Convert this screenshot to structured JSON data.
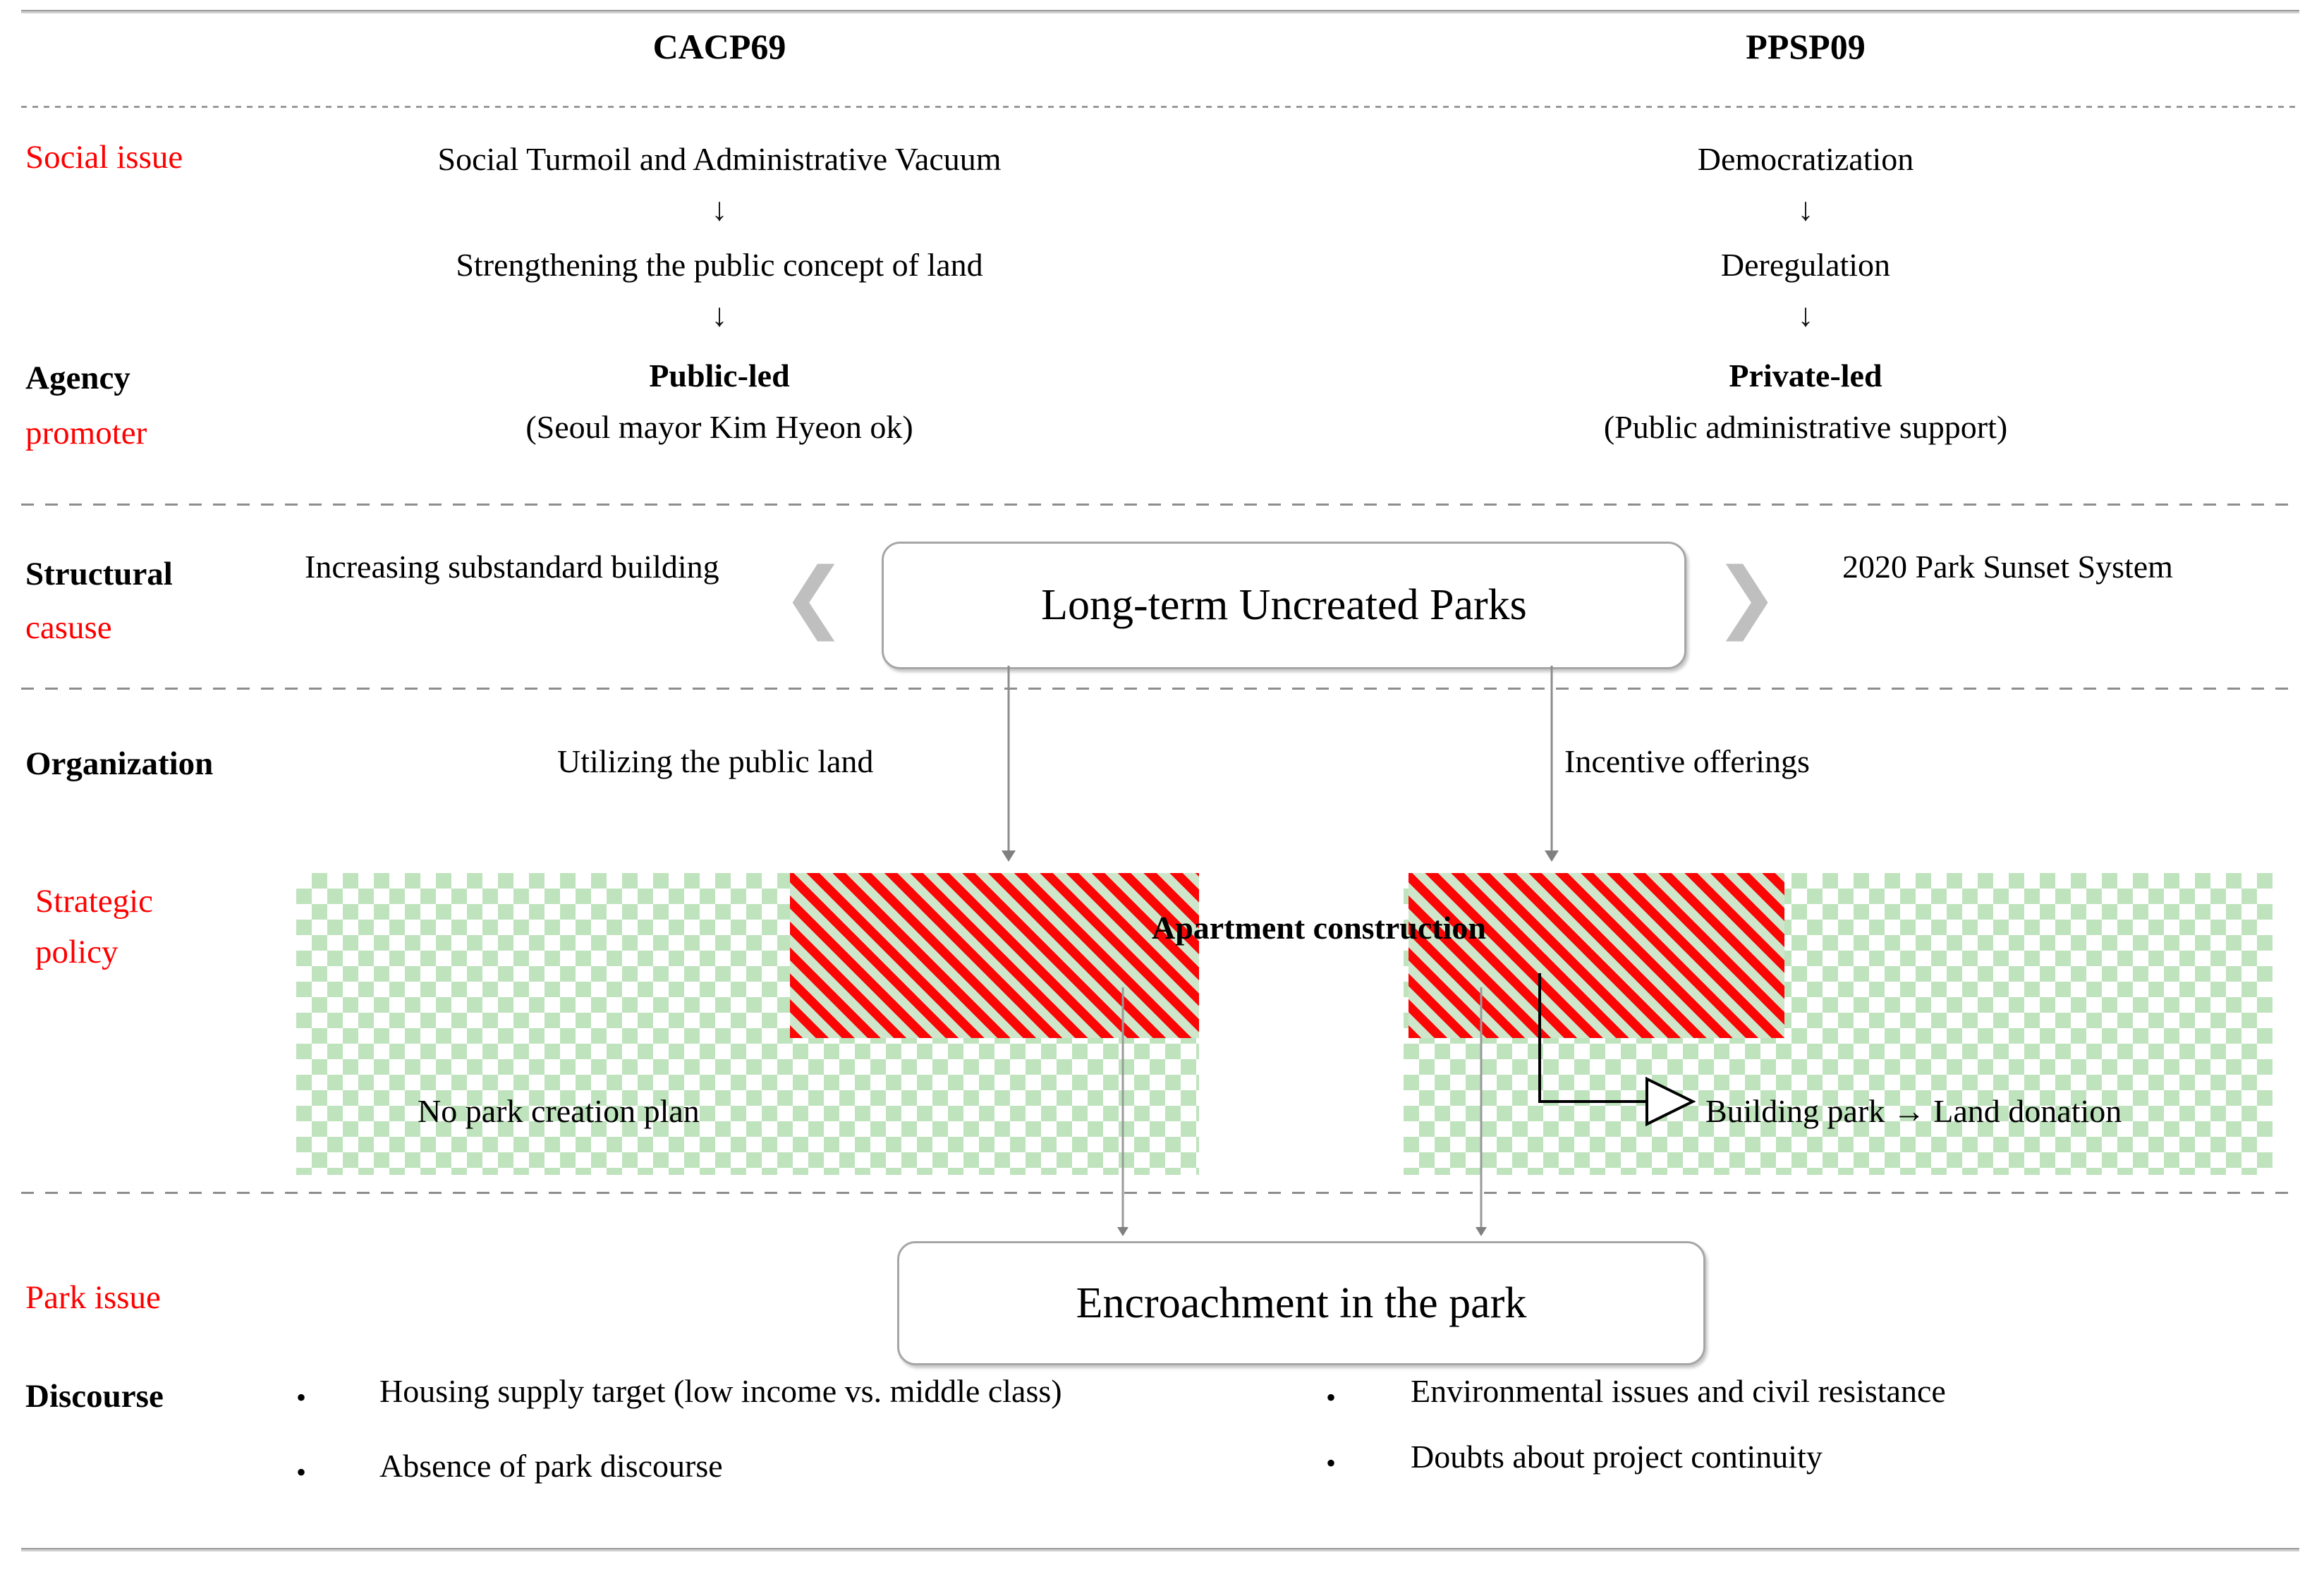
{
  "columns": {
    "left_header": "CACP69",
    "right_header": "PPSP09"
  },
  "row_labels": {
    "social_issue": "Social issue",
    "agency": "Agency",
    "promoter": "promoter",
    "structural": "Structural",
    "cause": "casuse",
    "organization": "Organization",
    "strategic": "Strategic",
    "policy": "policy",
    "park_issue": "Park issue",
    "discourse": "Discourse"
  },
  "left_column": {
    "social_issue": "Social Turmoil and Administrative Vacuum",
    "chain_step2": "Strengthening the public concept of land",
    "agency": "Public-led",
    "agency_sub": "(Seoul mayor Kim Hyeon ok)",
    "structural_cause": "Increasing substandard building",
    "organization": "Utilizing the public land",
    "policy_label": "No park creation plan"
  },
  "right_column": {
    "social_issue": "Democratization",
    "chain_step2": "Deregulation",
    "agency": "Private-led",
    "agency_sub": "(Public administrative support)",
    "structural_cause": "2020 Park Sunset System",
    "organization": "Incentive offerings",
    "policy_label": "Building park → Land donation"
  },
  "center": {
    "structural_box": "Long-term Uncreated Parks",
    "policy_overlap": "Apartment construction",
    "park_issue_box": "Encroachment in the park"
  },
  "discourse": {
    "left_bullets": [
      "Housing supply target (low income vs. middle class)",
      "Absence of park discourse"
    ],
    "right_bullets": [
      "Environmental issues and civil resistance",
      "Doubts about project continuity"
    ]
  },
  "glyphs": {
    "down_arrow": "↓",
    "chevron_left": "❮",
    "chevron_right": "❯",
    "bullet": "•"
  },
  "colors": {
    "label_red": "#ff0000",
    "pattern_green": "#bfe3bd",
    "pattern_red": "#fb0505",
    "rule_gray": "#9a9a9a",
    "arrow_gray": "#808080",
    "box_border": "#a6a6a6"
  }
}
